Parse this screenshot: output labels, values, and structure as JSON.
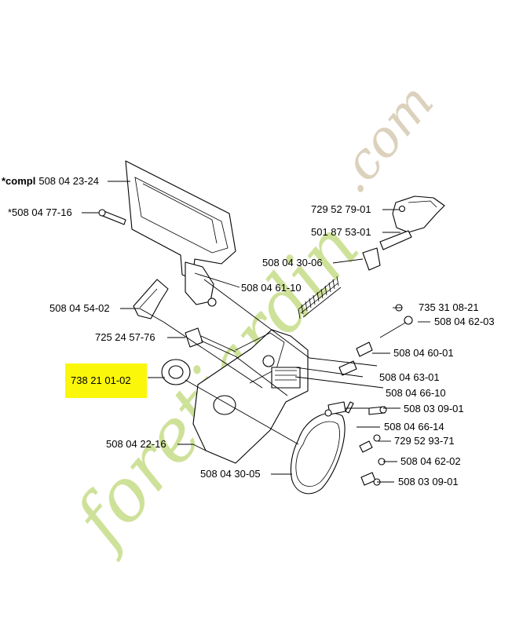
{
  "watermark": {
    "part1": "foretjardin",
    "part2": ".com",
    "color1": "#c9de8e",
    "color2": "#d7ccb5"
  },
  "highlight_color": "#fbf70a",
  "labels": [
    {
      "id": "compl",
      "prefix": "*compl",
      "text": "508 04 23-24"
    },
    {
      "id": "p1",
      "text": "*508 04 77-16"
    },
    {
      "id": "p2",
      "text": "729 52 79-01"
    },
    {
      "id": "p3",
      "text": "501 87 53-01"
    },
    {
      "id": "p4",
      "text": "508 04 30-06"
    },
    {
      "id": "p5",
      "text": "508 04 61-10"
    },
    {
      "id": "p6",
      "text": "508 04 54-02"
    },
    {
      "id": "p7",
      "text": "735 31 08-21"
    },
    {
      "id": "p8",
      "text": "508 04 62-03"
    },
    {
      "id": "p9",
      "text": "725 24 57-76"
    },
    {
      "id": "p10",
      "text": "508 04 60-01"
    },
    {
      "id": "p11",
      "text": "738 21 01-02",
      "highlighted": true
    },
    {
      "id": "p12",
      "text": "508 04 63-01"
    },
    {
      "id": "p13",
      "text": "508 04 66-10"
    },
    {
      "id": "p14",
      "text": "508 03 09-01"
    },
    {
      "id": "p15",
      "text": "508 04 66-14"
    },
    {
      "id": "p16",
      "text": "508 04 22-16"
    },
    {
      "id": "p17",
      "text": "729 52 93-71"
    },
    {
      "id": "p18",
      "text": "508 04 62-02"
    },
    {
      "id": "p19",
      "text": "508 04 30-05"
    },
    {
      "id": "p20",
      "text": "508 03 09-01"
    }
  ]
}
